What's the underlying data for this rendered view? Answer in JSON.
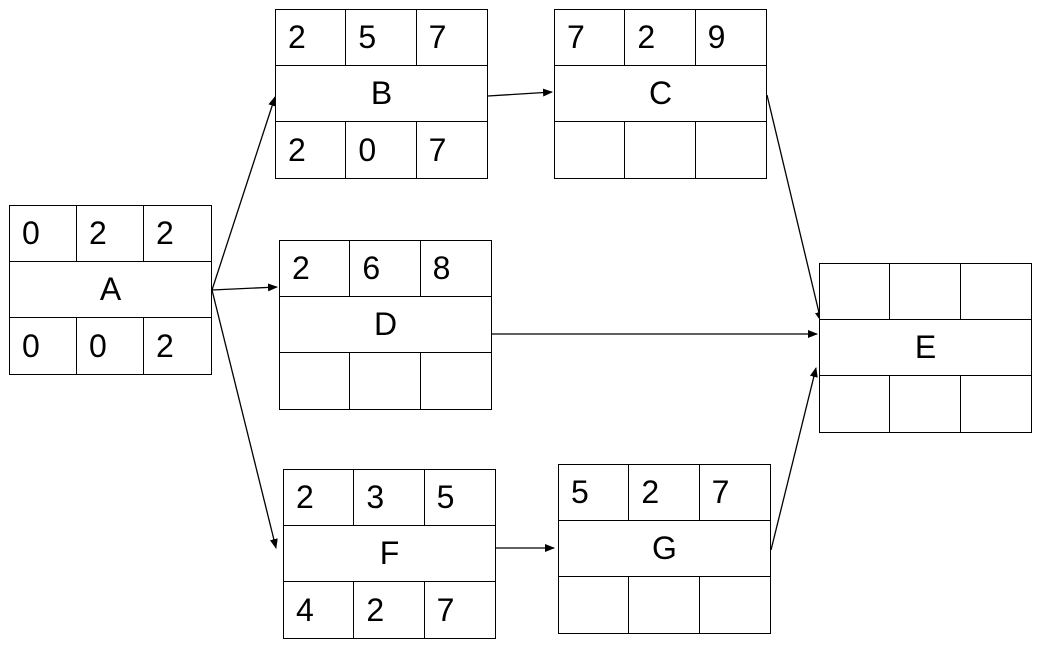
{
  "nodes": {
    "a": {
      "name": "A",
      "top": [
        "0",
        "2",
        "2"
      ],
      "bottom": [
        "0",
        "0",
        "2"
      ]
    },
    "b": {
      "name": "B",
      "top": [
        "2",
        "5",
        "7"
      ],
      "bottom": [
        "2",
        "0",
        "7"
      ]
    },
    "c": {
      "name": "C",
      "top": [
        "7",
        "2",
        "9"
      ],
      "bottom": [
        "",
        "",
        ""
      ]
    },
    "d": {
      "name": "D",
      "top": [
        "2",
        "6",
        "8"
      ],
      "bottom": [
        "",
        "",
        ""
      ]
    },
    "e": {
      "name": "E",
      "top": [
        "",
        "",
        ""
      ],
      "bottom": [
        "",
        "",
        ""
      ]
    },
    "f": {
      "name": "F",
      "top": [
        "2",
        "3",
        "5"
      ],
      "bottom": [
        "4",
        "2",
        "7"
      ]
    },
    "g": {
      "name": "G",
      "top": [
        "5",
        "2",
        "7"
      ],
      "bottom": [
        "",
        "",
        ""
      ]
    }
  },
  "edges": [
    {
      "from": "A",
      "to": "B"
    },
    {
      "from": "A",
      "to": "D"
    },
    {
      "from": "A",
      "to": "F"
    },
    {
      "from": "B",
      "to": "C"
    },
    {
      "from": "C",
      "to": "E"
    },
    {
      "from": "D",
      "to": "E"
    },
    {
      "from": "F",
      "to": "G"
    },
    {
      "from": "G",
      "to": "E"
    }
  ],
  "colors": {
    "line": "#000000",
    "background": "#ffffff"
  }
}
